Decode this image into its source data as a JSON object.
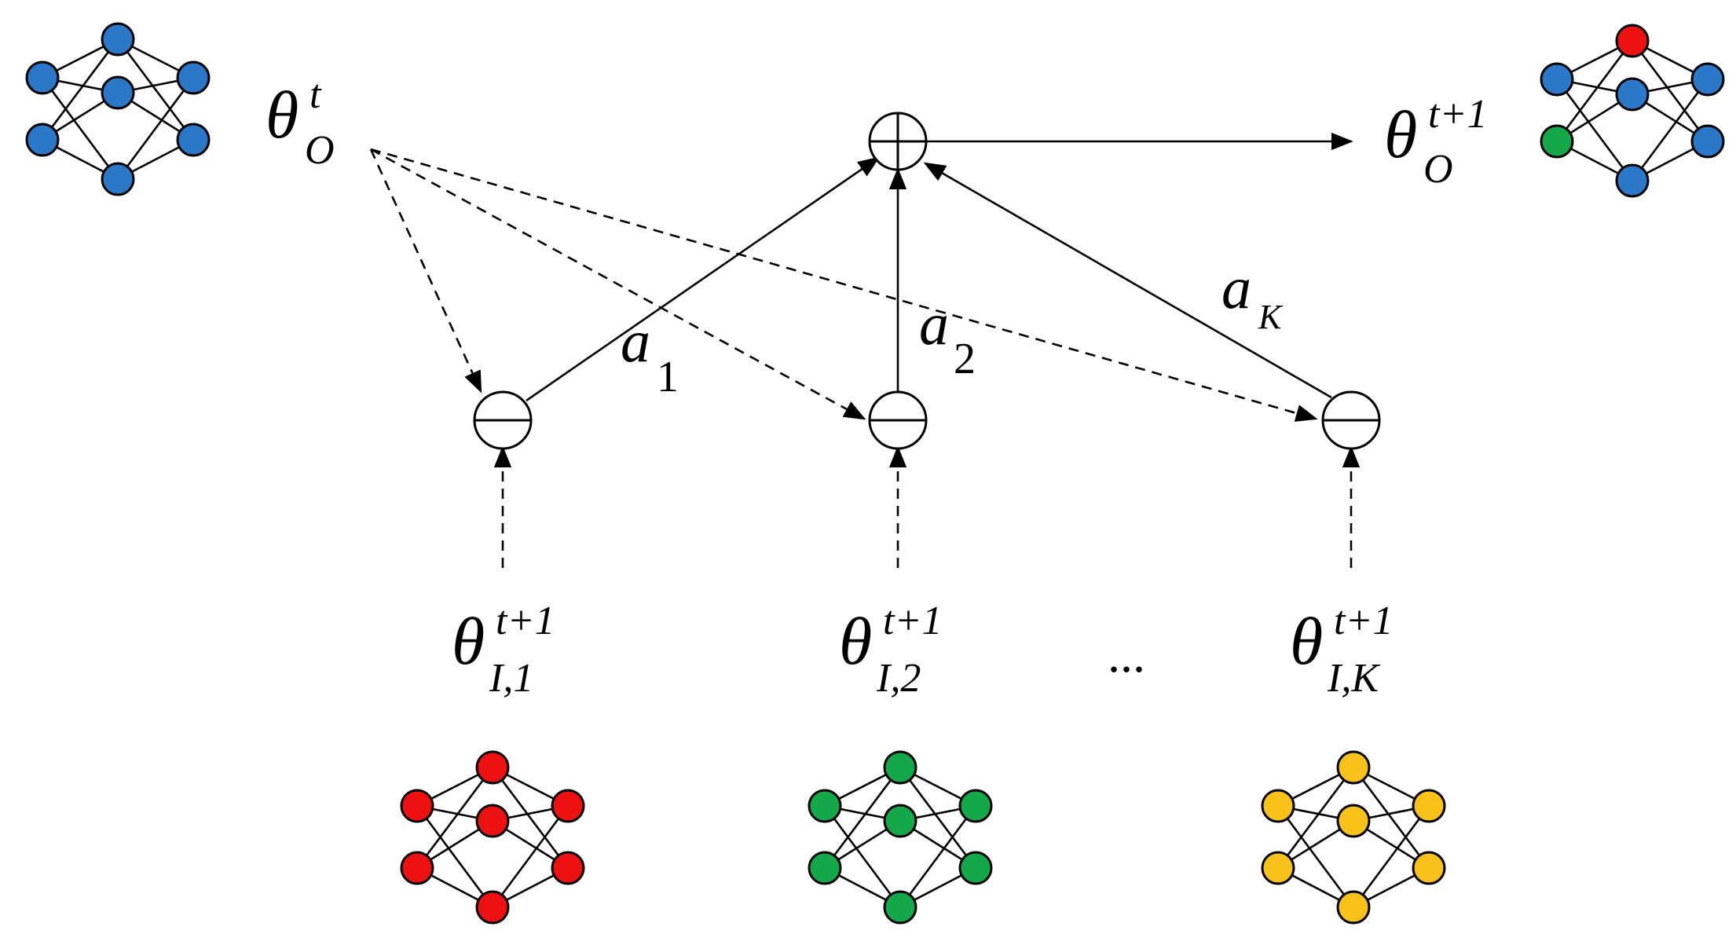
{
  "colors": {
    "blue": "#2b78c8",
    "red": "#ee1111",
    "green": "#14a84a",
    "yellow": "#f8c21a",
    "line": "#000000"
  },
  "labels": {
    "theta_O_t": {
      "base": "θ",
      "sup": "t",
      "sub": "O"
    },
    "theta_O_t1": {
      "base": "θ",
      "sup": "t+1",
      "sub": "O"
    },
    "theta_I1": {
      "base": "θ",
      "sup": "t+1",
      "sub": "I,1"
    },
    "theta_I2": {
      "base": "θ",
      "sup": "t+1",
      "sub": "I,2"
    },
    "theta_IK": {
      "base": "θ",
      "sup": "t+1",
      "sub": "I,K"
    },
    "a1": {
      "base": "a",
      "sub": "1"
    },
    "a2": {
      "base": "a",
      "sub": "2"
    },
    "aK": {
      "base": "a",
      "sub": "K"
    },
    "ellipsis": "..."
  },
  "networks": [
    {
      "id": "global-model-t",
      "nodes": [
        "blue",
        "blue",
        "blue",
        "blue",
        "blue",
        "blue",
        "blue",
        "blue"
      ]
    },
    {
      "id": "global-model-t1",
      "nodes": [
        "red",
        "blue",
        "blue",
        "green",
        "blue",
        "blue",
        "yellow",
        "blue"
      ]
    },
    {
      "id": "local-model-1",
      "nodes": [
        "red",
        "red",
        "red",
        "red",
        "red",
        "red",
        "red",
        "red"
      ]
    },
    {
      "id": "local-model-2",
      "nodes": [
        "green",
        "green",
        "green",
        "green",
        "green",
        "green",
        "green",
        "green"
      ]
    },
    {
      "id": "local-model-k",
      "nodes": [
        "yellow",
        "yellow",
        "yellow",
        "yellow",
        "yellow",
        "yellow",
        "yellow",
        "yellow"
      ]
    }
  ]
}
